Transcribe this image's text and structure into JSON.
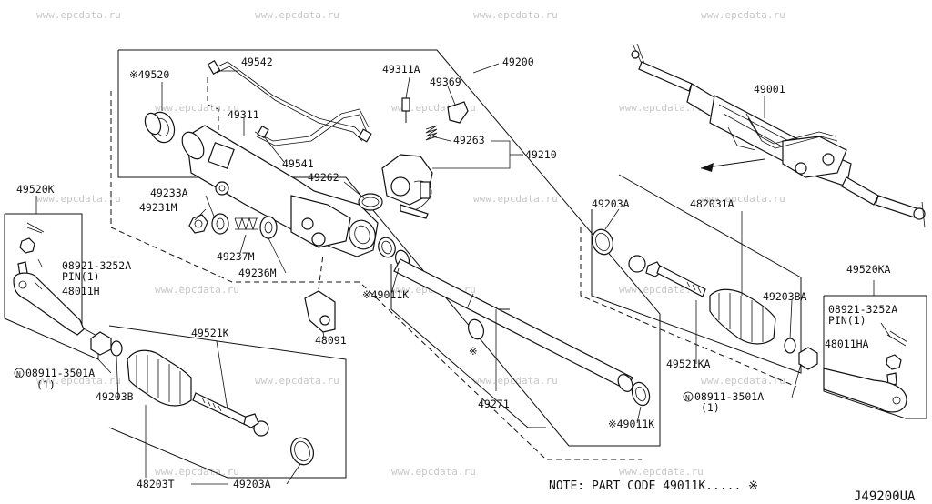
{
  "watermark": "www.epcdata.ru",
  "labels": {
    "p49520": "※49520",
    "p49542": "49542",
    "p49311A": "49311A",
    "p49200": "49200",
    "p49369": "49369",
    "p49001": "49001",
    "p49311": "49311",
    "p49263": "49263",
    "p49210": "49210",
    "p49541": "49541",
    "p49262": "49262",
    "p49520K": "49520K",
    "p49233A": "49233A",
    "p49231M": "49231M",
    "p49203A_r": "49203A",
    "p482031A": "482031A",
    "p49237M": "49237M",
    "p49236M": "49236M",
    "p08921_l": "08921-3252A",
    "pin_l": "PIN(1)",
    "p48011H": "48011H",
    "p49011K_mid": "※49011K",
    "p49203BA": "49203BA",
    "p49520KA": "49520KA",
    "p08921_r": "08921-3252A",
    "pin_r": "PIN(1)",
    "p48091": "48091",
    "p48011HA": "48011HA",
    "p49521K": "49521K",
    "p49521KA": "49521KA",
    "p08911_l": "08911-3501A",
    "qty_l": "(1)",
    "p49203B": "49203B",
    "p49271": "49271",
    "p08911_r": "08911-3501A",
    "qty_r": "(1)",
    "p49011K_low": "※49011K",
    "p48203T": "48203T",
    "p49203A_l": "49203A",
    "star": "※",
    "n_symbol": "N"
  },
  "note": "NOTE: PART CODE 49011K..... ※",
  "diagram_code": "J49200UA"
}
